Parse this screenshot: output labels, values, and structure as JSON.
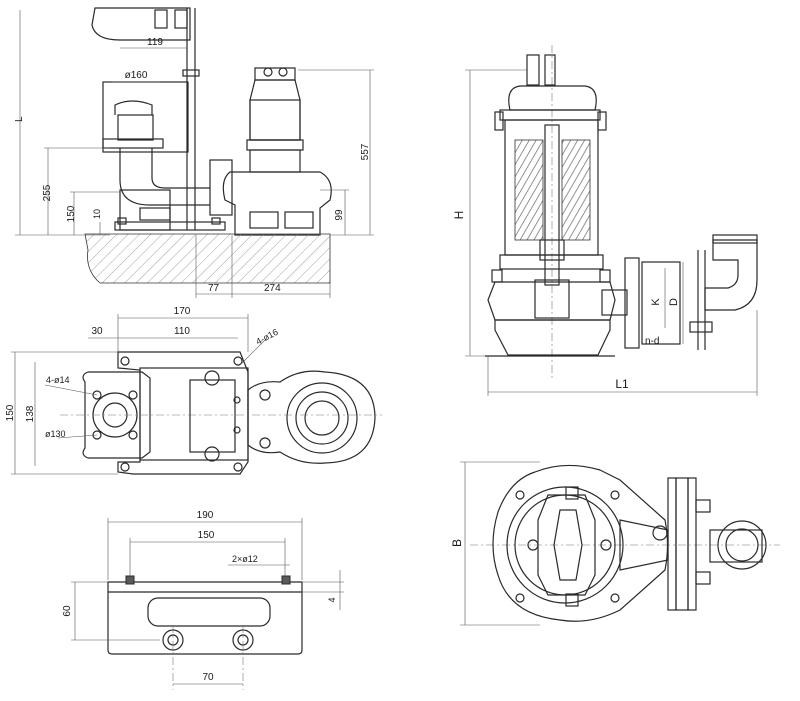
{
  "colors": {
    "line": "#2a2a2a",
    "hatch": "#8a8a8a",
    "paper": "#ffffff"
  },
  "dims": {
    "side_view": {
      "L": "L",
      "d119": "119",
      "d160": "ø160",
      "d255": "255",
      "d150": "150",
      "d10": "10",
      "d557": "557",
      "d99": "99",
      "d77": "77",
      "d274": "274"
    },
    "plan_view": {
      "d170": "170",
      "d30": "30",
      "d110": "110",
      "d4x16": "4-ø16",
      "d4x14": "4-ø14",
      "d150": "150",
      "d138": "138",
      "d130": "ø130"
    },
    "bracket_view": {
      "d190": "190",
      "d150": "150",
      "d2x12": "2×ø12",
      "d60": "60",
      "d4": "4",
      "d70": "70"
    },
    "pump_elevation": {
      "H": "H",
      "K": "K",
      "D": "D",
      "nd": "n-d",
      "L1": "L1"
    },
    "pump_plan": {
      "B": "B"
    }
  }
}
